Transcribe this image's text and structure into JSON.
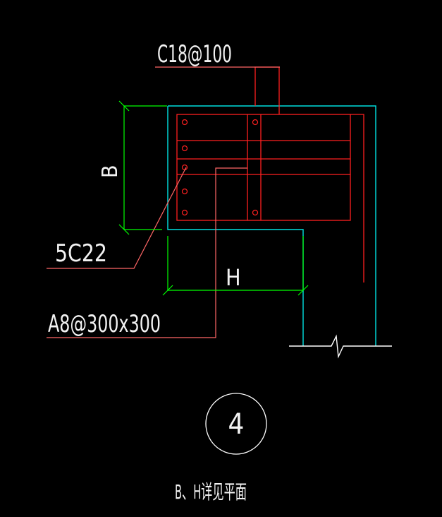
{
  "labels": {
    "top_rebar": "C18@100",
    "dim_b": "B",
    "main_bars": "5C22",
    "dim_h": "H",
    "tie_rebar": "A8@300x300",
    "detail_number": "4",
    "caption": "B、H详见平面"
  },
  "colors": {
    "background": "#000000",
    "outline": "#00e0e0",
    "rebar": "#ff2020",
    "leader": "#ff6666",
    "dimension": "#00ff00",
    "text": "#f2f2f2",
    "break_line": "#ffffff"
  }
}
